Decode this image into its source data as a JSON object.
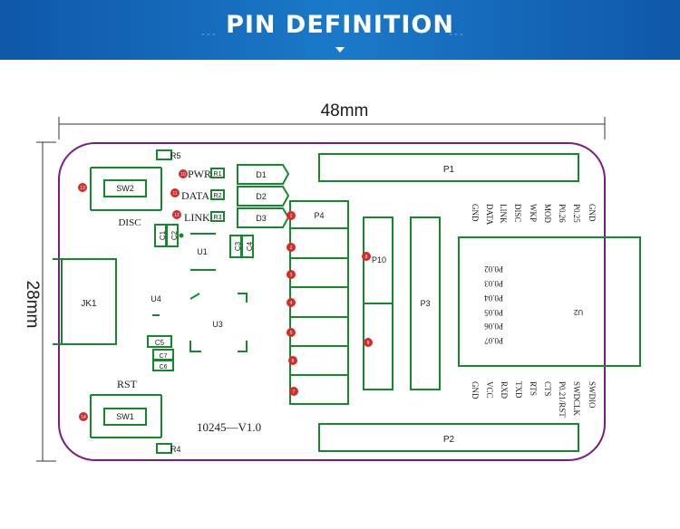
{
  "banner": {
    "title": "PIN DEFINITION",
    "deco": "---"
  },
  "dimensions": {
    "width": "48mm",
    "height": "28mm"
  },
  "colors": {
    "banner": "#1b79c9",
    "outline": "#7b1a86",
    "silk": "#138a2a",
    "marker": "#d62b2b"
  },
  "components": {
    "R5": "R5",
    "SW2": "SW2",
    "DISC": "DISC",
    "PWR": "PWR",
    "DATA": "DATA",
    "LINK": "LINK",
    "R1": "R1",
    "R2": "R2",
    "R3": "R3",
    "D1": "D1",
    "D2": "D2",
    "D3": "D3",
    "C1": "C1",
    "C2": "C2",
    "U1": "U1",
    "C3": "C3",
    "C4": "C4",
    "P4": "P4",
    "JK1": "JK1",
    "U4": "U4",
    "U3": "U3",
    "C5": "C5",
    "C6": "C6",
    "C7": "C7",
    "RST": "RST",
    "SW1": "SW1",
    "R4": "R4",
    "version": "10245—V1.0",
    "P1": "P1",
    "P2": "P2",
    "P3": "P3",
    "P10": "P10",
    "U2": "U2"
  },
  "markers": [
    "13",
    "10",
    "11",
    "12",
    "1",
    "2",
    "3",
    "4",
    "5",
    "6",
    "7",
    "8",
    "9",
    "14"
  ],
  "top_pins": [
    "GND",
    "DATA",
    "LINK",
    "DISC",
    "WKP",
    "MOD",
    "P0.26",
    "P0.25",
    "GND"
  ],
  "bottom_pins": [
    "GND",
    "VCC",
    "RXD",
    "TXD",
    "RTS",
    "CTS",
    "P0.21/RST",
    "SWDCLK",
    "SWDIO"
  ],
  "u2_pins": [
    "P0.02",
    "P0.03",
    "P0.04",
    "P0.05",
    "P0.06",
    "P0.07"
  ]
}
